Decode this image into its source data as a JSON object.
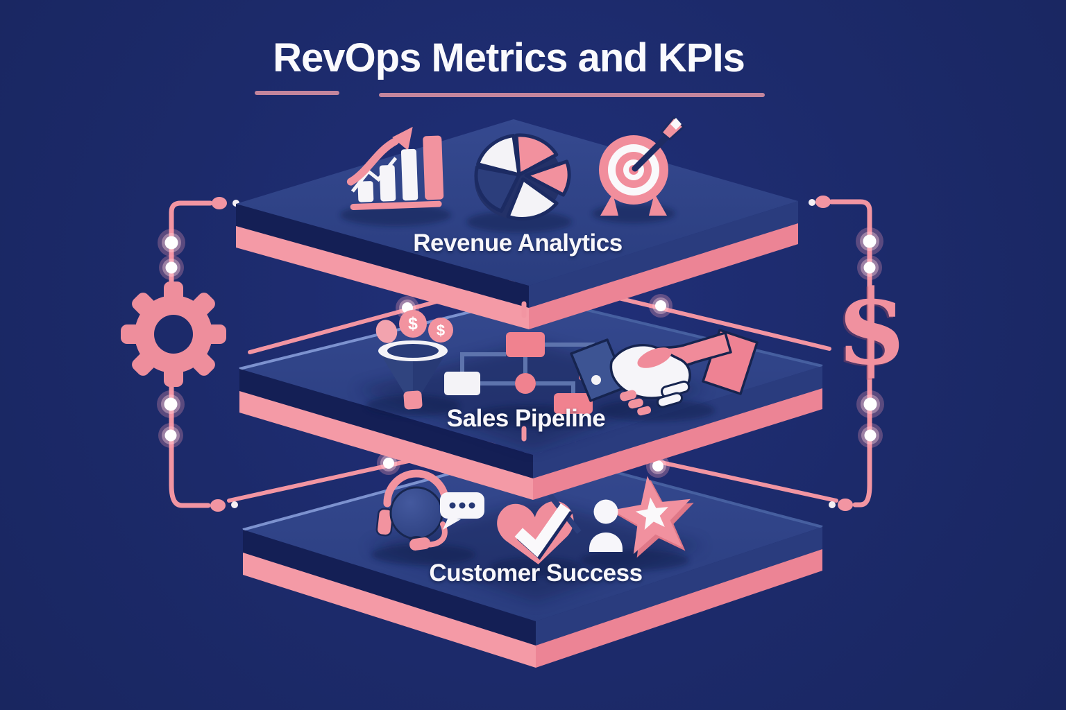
{
  "title": {
    "text": "RevOps Metrics and KPIs"
  },
  "layers": [
    {
      "label": "Revenue Analytics",
      "icons": [
        "growth-chart-icon",
        "pie-chart-icon",
        "target-arrow-icon"
      ]
    },
    {
      "label": "Sales Pipeline",
      "icons": [
        "funnel-coins-icon",
        "flowchart-icon",
        "handshake-icon"
      ]
    },
    {
      "label": "Customer Success",
      "icons": [
        "headset-chat-icon",
        "heart-check-icon",
        "customer-star-icon"
      ]
    }
  ],
  "side_icons": {
    "left": "gear-icon",
    "right": "dollar-icon",
    "dollar_glyph": "$",
    "coin_glyph": "$"
  },
  "colors": {
    "background": "#1C2A6A",
    "accent_pink": "#F2939F",
    "band_pink_light": "#F49AA6",
    "band_pink_dark": "#EC8495",
    "surface_blue": "#2E4186",
    "wall_dark": "#141F55",
    "wall_light": "#2A3C7E",
    "text_white": "#F8F7FB"
  }
}
